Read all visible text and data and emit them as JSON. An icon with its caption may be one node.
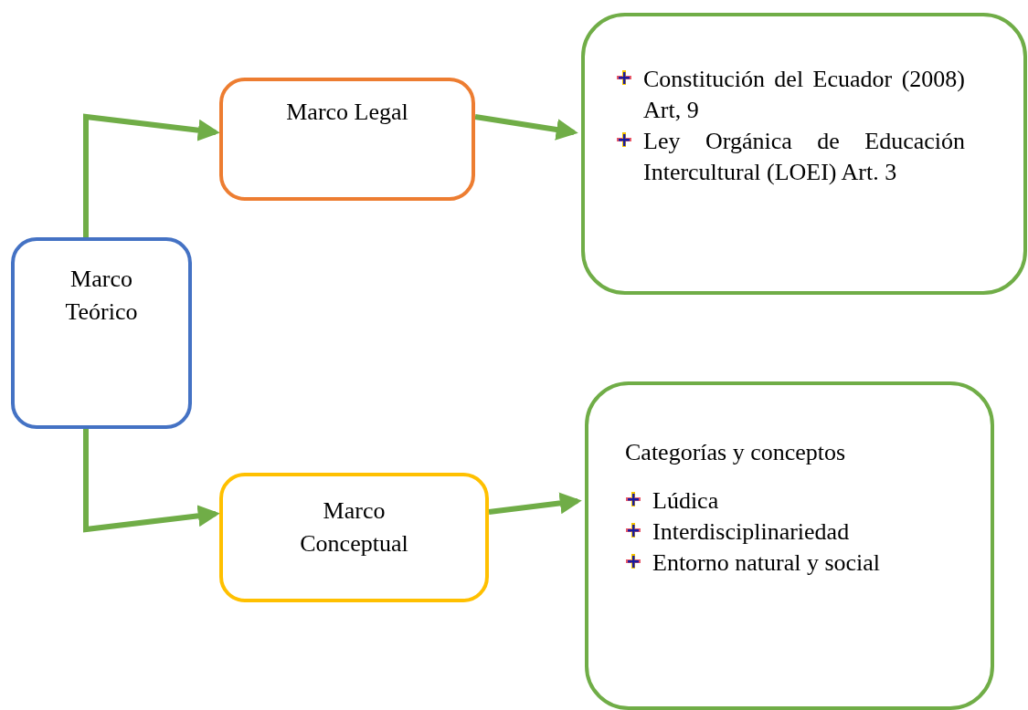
{
  "diagram": {
    "nodes": [
      {
        "text": [
          "Marco Teórico"
        ]
      },
      {
        "text": [
          "Marco Legal"
        ]
      },
      {
        "text": [
          "Constitución del Ecuador (2008) Art, 9",
          "Ley Orgánica de Educación Intercultural (LOEI) Art. 3"
        ]
      },
      {
        "text": [
          "Marco Conceptual"
        ]
      },
      {
        "text": [
          "Categorías y conceptos",
          "Lúdica",
          "Interdisciplinariedad",
          "Entorno natural y social"
        ]
      }
    ],
    "edges": [
      {
        "from": 0,
        "to": 1,
        "arrow": "to"
      },
      {
        "from": 0,
        "to": 3,
        "arrow": "to"
      },
      {
        "from": 1,
        "to": 2,
        "arrow": "to"
      },
      {
        "from": 3,
        "to": 4,
        "arrow": "to"
      }
    ]
  }
}
